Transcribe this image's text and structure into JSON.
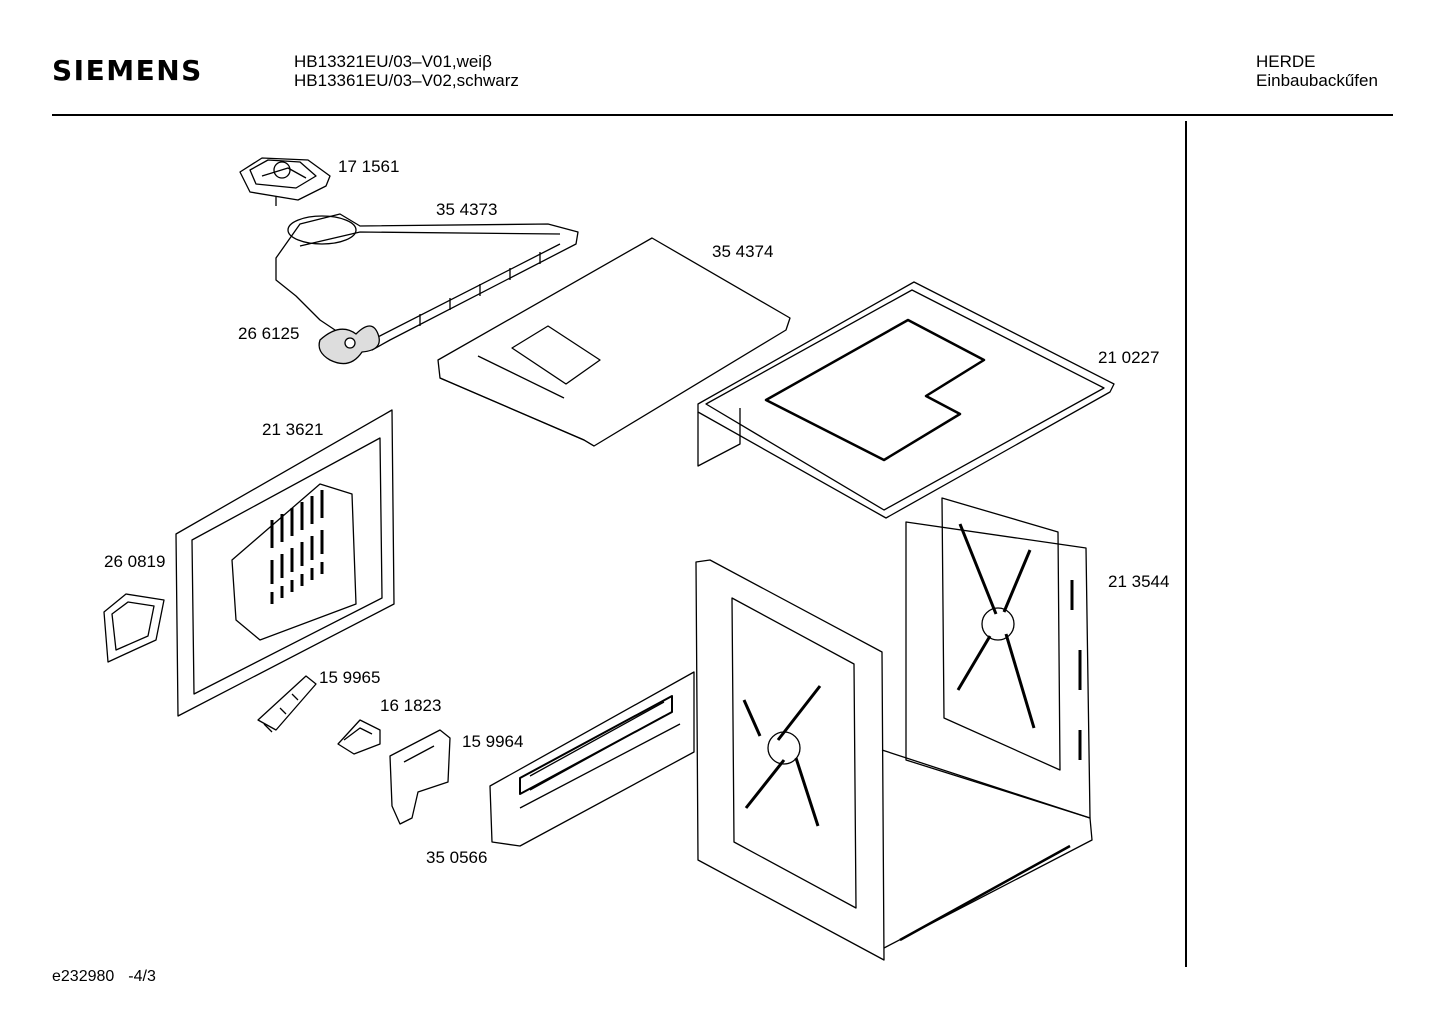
{
  "header": {
    "brand": "SIEMENS",
    "models": [
      "HB13321EU/03–V01,weiβ",
      "HB13361EU/03–V02,schwarz"
    ],
    "category": [
      "HERDE",
      "Einbaubackűfen"
    ]
  },
  "parts": [
    {
      "id": "171561",
      "number": "17 1561"
    },
    {
      "id": "354373",
      "number": "35 4373"
    },
    {
      "id": "354374",
      "number": "35 4374"
    },
    {
      "id": "266125",
      "number": "26 6125"
    },
    {
      "id": "210227",
      "number": "21 0227"
    },
    {
      "id": "213621",
      "number": "21 3621"
    },
    {
      "id": "260819",
      "number": "26 0819"
    },
    {
      "id": "213544",
      "number": "21 3544"
    },
    {
      "id": "159965",
      "number": "15 9965"
    },
    {
      "id": "161823",
      "number": "16 1823"
    },
    {
      "id": "159964",
      "number": "15 9964"
    },
    {
      "id": "350566",
      "number": "35 0566"
    }
  ],
  "footer": {
    "doc_id": "e232980",
    "page": "-4/3"
  }
}
